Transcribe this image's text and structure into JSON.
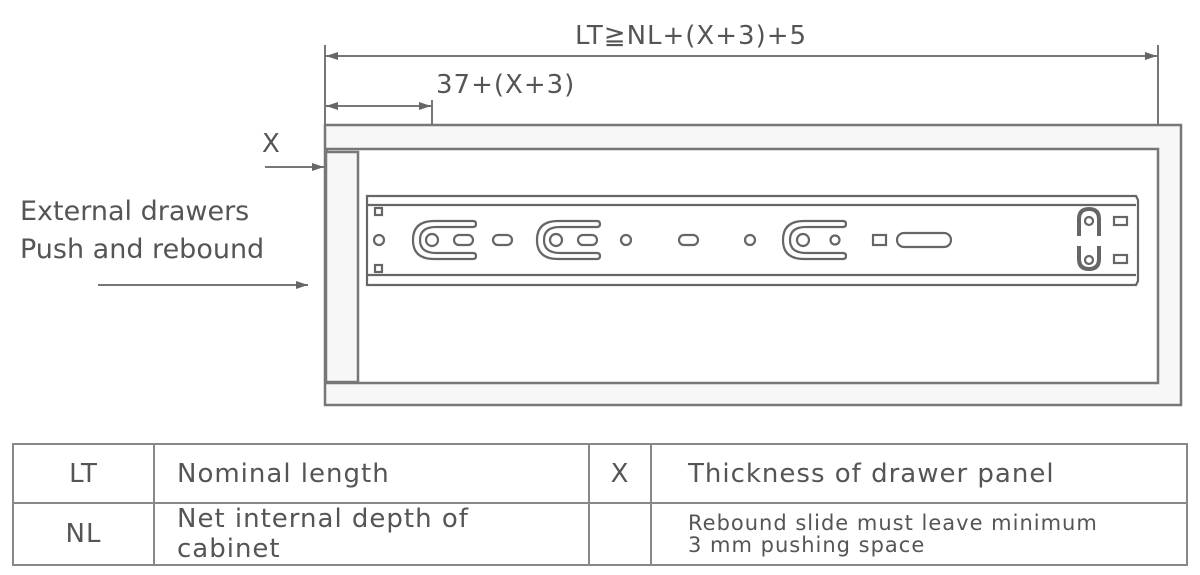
{
  "dimensions": {
    "overall": "LT≧NL+(X+3)+5",
    "offset": "37+(X+3)",
    "thickness": "X"
  },
  "labels": {
    "line1": "External drawers",
    "line2": "Push and rebound"
  },
  "legend": {
    "rows": [
      {
        "code": "LT",
        "desc": "Nominal length",
        "code2": "X",
        "desc2": "Thickness of drawer panel"
      },
      {
        "code": "NL",
        "desc": "Net internal depth of cabinet",
        "code2": "",
        "desc2_line1": "Rebound slide must leave minimum",
        "desc2_line2": "3 mm pushing space"
      }
    ]
  },
  "colors": {
    "line": "#777777",
    "fill": "#f7f7f7"
  }
}
